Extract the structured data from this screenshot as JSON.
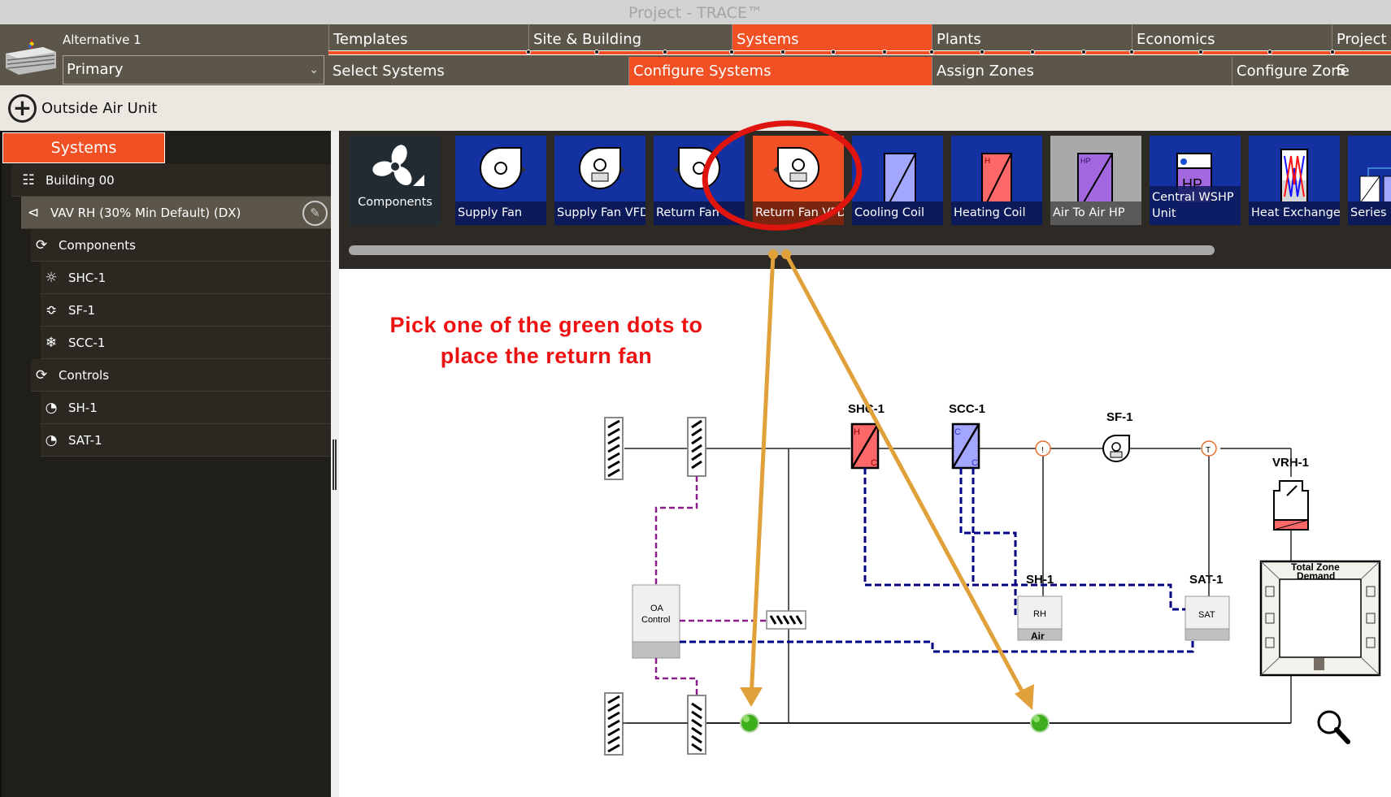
{
  "window": {
    "title": "Project - TRACE™"
  },
  "header": {
    "alternative_label": "Alternative 1",
    "alternative_select": "Primary",
    "main_tabs": [
      {
        "label": "Templates",
        "active": false
      },
      {
        "label": "Site & Building",
        "active": false
      },
      {
        "label": "Systems",
        "active": true
      },
      {
        "label": "Plants",
        "active": false
      },
      {
        "label": "Economics",
        "active": false
      },
      {
        "label": "Project S",
        "active": false
      }
    ],
    "sub_tabs": [
      {
        "label": "Select Systems",
        "active": false
      },
      {
        "label": "Configure Systems",
        "active": true
      },
      {
        "label": "Assign Zones",
        "active": false
      },
      {
        "label": "Configure Zone Equipm",
        "active": false
      }
    ]
  },
  "toolbar": {
    "add_button_label": "Outside Air Unit",
    "add_icon": "plus-circle-icon"
  },
  "sidebar": {
    "tab_label": "Systems",
    "tree": [
      {
        "label": "Building 00",
        "icon": "building-icon",
        "level": 0
      },
      {
        "label": "VAV RH (30% Min Default) (DX)",
        "icon": "system-branch-icon",
        "level": 1,
        "selected": true
      },
      {
        "label": "Components",
        "icon": "cycle-icon",
        "level": 2
      },
      {
        "label": "SHC-1",
        "icon": "heating-coil-icon",
        "level": 3
      },
      {
        "label": "SF-1",
        "icon": "fan-icon",
        "level": 3
      },
      {
        "label": "SCC-1",
        "icon": "cooling-coil-icon",
        "level": 3
      },
      {
        "label": "Controls",
        "icon": "cycle-icon",
        "level": 2
      },
      {
        "label": "SH-1",
        "icon": "gauge-icon",
        "level": 3
      },
      {
        "label": "SAT-1",
        "icon": "gauge-icon",
        "level": 3
      }
    ]
  },
  "palette": {
    "category_label": "Components",
    "tiles": [
      {
        "label": "Supply Fan",
        "state": "normal"
      },
      {
        "label": "Supply Fan VFD",
        "state": "normal"
      },
      {
        "label": "Return Fan",
        "state": "normal"
      },
      {
        "label": "Return Fan VFD",
        "state": "selected"
      },
      {
        "label": "Cooling Coil",
        "state": "normal"
      },
      {
        "label": "Heating Coil",
        "state": "normal"
      },
      {
        "label": "Air To Air HP",
        "state": "disabled"
      },
      {
        "label": "Central WSHP Unit",
        "state": "normal"
      },
      {
        "label": "Heat Exchanger",
        "state": "normal"
      },
      {
        "label": "Series E",
        "state": "normal"
      }
    ]
  },
  "diagram": {
    "hint_line1": "Pick one of the green dots to",
    "hint_line2": "place the return fan",
    "labels": {
      "shc": "SHC-1",
      "scc": "SCC-1",
      "sf": "SF-1",
      "vrh": "VRH-1",
      "sh": "SH-1",
      "sat": "SAT-1",
      "oa_control": "OA Control",
      "rh": "RH",
      "sat_box": "SAT",
      "air": "Air",
      "zone": "Total Zone Demand",
      "coil_h": "H",
      "coil_c": "C",
      "sensor_t": "T"
    },
    "drop_points": 2
  },
  "colors": {
    "accent": "#f05023",
    "nav_bg": "#5b5649",
    "sidebar_bg": "#201e19",
    "tile_blue": "#1331a0",
    "annotation_red": "#ee1111",
    "annotation_arrow": "#e0a03a",
    "control_dash_blue": "#000080",
    "control_dash_purple": "#8b1a8b",
    "drop_dot_green": "#3fae1d"
  }
}
